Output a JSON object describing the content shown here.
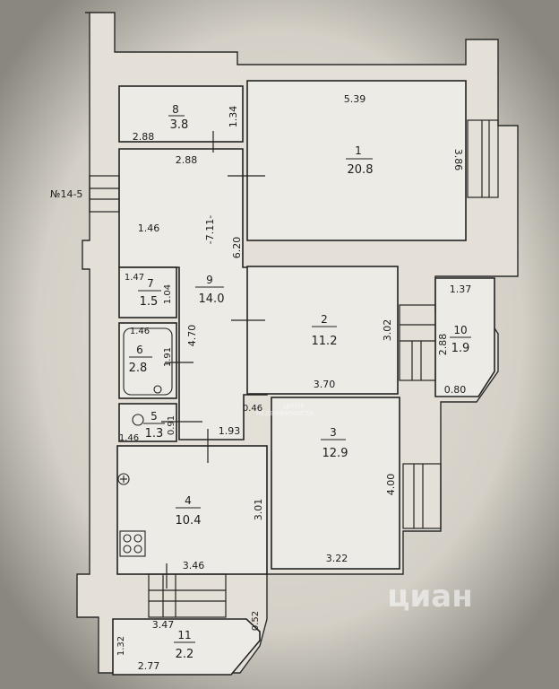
{
  "building_no": "№14-5",
  "rooms": [
    {
      "no": "1",
      "area": "20.8"
    },
    {
      "no": "2",
      "area": "11.2"
    },
    {
      "no": "3",
      "area": "12.9"
    },
    {
      "no": "4",
      "area": "10.4"
    },
    {
      "no": "5",
      "area": "1.3"
    },
    {
      "no": "6",
      "area": "2.8"
    },
    {
      "no": "7",
      "area": "1.5"
    },
    {
      "no": "8",
      "area": "3.8"
    },
    {
      "no": "9",
      "area": "14.0"
    },
    {
      "no": "10",
      "area": "1.9"
    },
    {
      "no": "11",
      "area": "2.2"
    }
  ],
  "dimensions": {
    "r1_width": "5.39",
    "r1_height": "3.86",
    "r8_width": "2.88",
    "r8_height": "1.34",
    "hall_top": "2.88",
    "hall_length": "-7.11-",
    "hall_side": "1.46",
    "r1_side": "6.20",
    "r9_h": "4.70",
    "r9_d": "0.46",
    "r7_w": "1.47",
    "r7_h": "1.04",
    "r6_w": "1.46",
    "r6_h": "1.91",
    "r5_w": "1.46",
    "r5_h": "0.91",
    "r5_x": "1.93",
    "r2_h": "3.02",
    "r2_w": "3.70",
    "r10_w": "1.37",
    "r10_h": "2.88",
    "r10_b": "0.80",
    "r3_h": "4.00",
    "r3_w": "3.22",
    "r4_h": "3.01",
    "r4_w": "3.46",
    "r11_w": "3.47",
    "r11_side": "0.52",
    "r11_h": "1.32",
    "r11_b": "2.77"
  },
  "watermark": {
    "line1": "ЦЕНТР",
    "line2": "НЕДВИЖИМОСТИ",
    "brand": "циан"
  }
}
